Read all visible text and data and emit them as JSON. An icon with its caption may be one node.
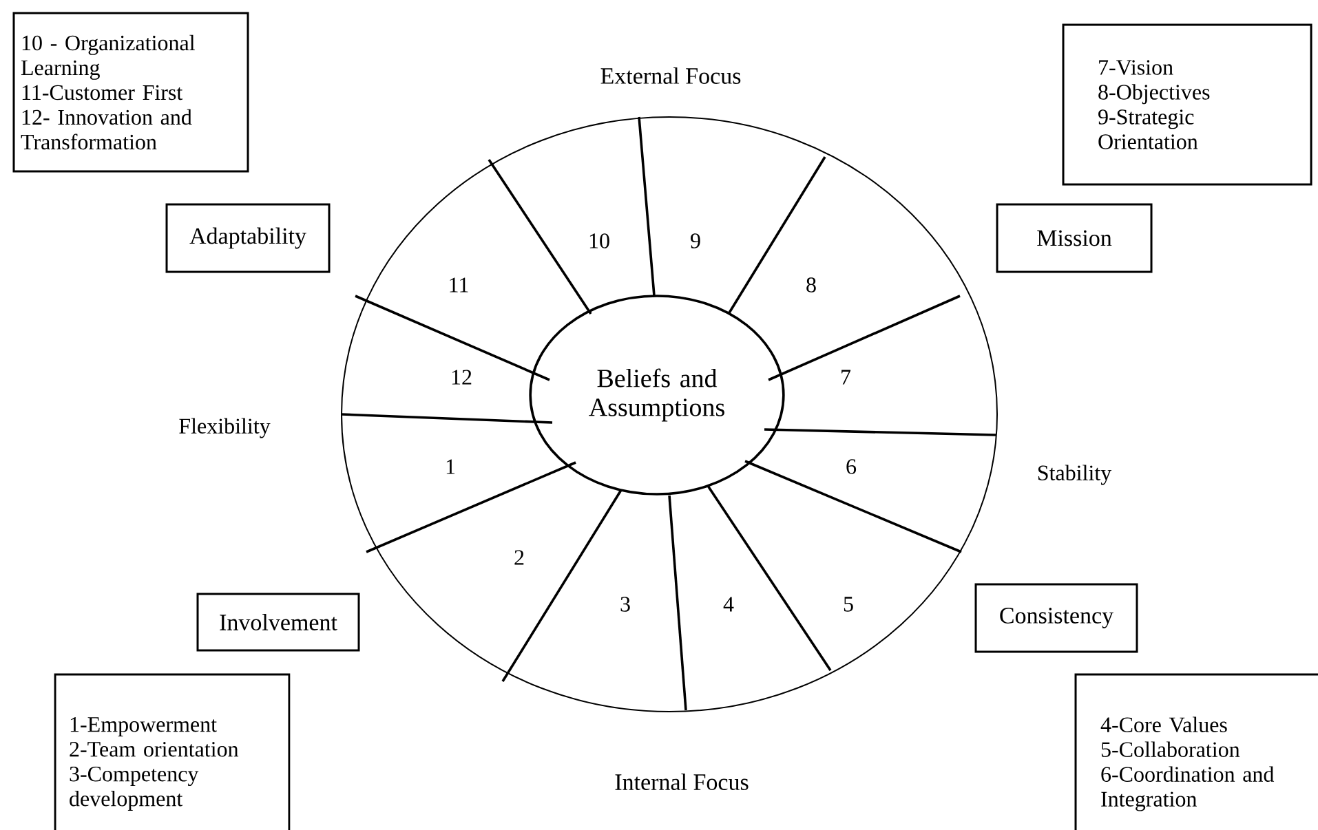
{
  "diagram": {
    "nodes": [
      {
        "text": [
          "10 - Organizational Learning",
          "11-Customer First",
          "12- Innovation and Transformation"
        ]
      },
      {
        "text": [
          "7-Vision",
          "8-Objectives",
          "9-Strategic Orientation"
        ]
      },
      {
        "text": [
          "Adaptability"
        ]
      },
      {
        "text": [
          "Mission"
        ]
      },
      {
        "text": [
          "Beliefs and Assumptions"
        ]
      },
      {
        "text": [
          "Consistency"
        ]
      },
      {
        "text": [
          "Involvement"
        ]
      },
      {
        "text": [
          "1-Empowerment",
          "2-Team orientation",
          "3-Competency development"
        ]
      },
      {
        "text": [
          "4-Core Values",
          "5-Collaboration",
          "6-Coordination and Integration"
        ]
      }
    ],
    "labels": [
      "External Focus",
      "10",
      "9",
      "11",
      "8",
      "12",
      "7",
      "Flexibility",
      "1",
      "6",
      "Stability",
      "2",
      "3",
      "4",
      "5",
      "Internal Focus"
    ]
  }
}
